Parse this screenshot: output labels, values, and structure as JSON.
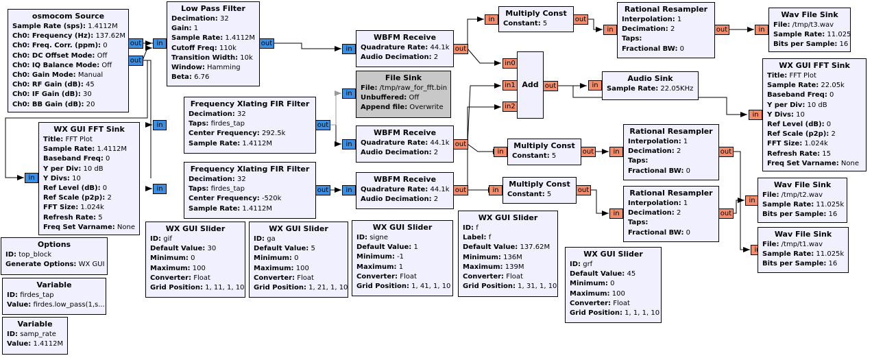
{
  "colors": {
    "block_bg": "#f0f0ff",
    "disabled_bg": "#c8c8c8",
    "port_float": "#f28c6a",
    "port_complex": "#3b8fe3",
    "wire": "#000000",
    "wire_disabled": "#999999"
  },
  "blocks": {
    "osmocom": {
      "title": "osmocom Source",
      "params": [
        {
          "k": "Sample Rate (sps):",
          "v": "1.4112M"
        },
        {
          "k": "Ch0: Frequency (Hz):",
          "v": "137.62M"
        },
        {
          "k": "Ch0: Freq. Corr. (ppm):",
          "v": "0"
        },
        {
          "k": "Ch0: DC Offset Mode:",
          "v": "Off"
        },
        {
          "k": "Ch0: IQ Balance Mode:",
          "v": "Off"
        },
        {
          "k": "Ch0: Gain Mode:",
          "v": "Manual"
        },
        {
          "k": "Ch0: RF Gain (dB):",
          "v": "45"
        },
        {
          "k": "Ch0: IF Gain (dB):",
          "v": "30"
        },
        {
          "k": "Ch0: BB Gain (dB):",
          "v": "20"
        }
      ]
    },
    "lpf": {
      "title": "Low Pass Filter",
      "params": [
        {
          "k": "Decimation:",
          "v": "32"
        },
        {
          "k": "Gain:",
          "v": "1"
        },
        {
          "k": "Sample Rate:",
          "v": "1.4112M"
        },
        {
          "k": "Cutoff Freq:",
          "v": "110k"
        },
        {
          "k": "Transition Width:",
          "v": "10k"
        },
        {
          "k": "Window:",
          "v": "Hamming"
        },
        {
          "k": "Beta:",
          "v": "6.76"
        }
      ]
    },
    "wbfm1": {
      "title": "WBFM Receive",
      "params": [
        {
          "k": "Quadrature Rate:",
          "v": "44.1k"
        },
        {
          "k": "Audio Decimation:",
          "v": "2"
        }
      ]
    },
    "mc1": {
      "title": "Multiply Const",
      "params": [
        {
          "k": "Constant:",
          "v": "5"
        }
      ]
    },
    "rr1": {
      "title": "Rational Resampler",
      "params": [
        {
          "k": "Interpolation:",
          "v": "1"
        },
        {
          "k": "Decimation:",
          "v": "2"
        },
        {
          "k": "Taps:",
          "v": ""
        },
        {
          "k": "Fractional BW:",
          "v": "0"
        }
      ]
    },
    "wav3": {
      "title": "Wav File Sink",
      "params": [
        {
          "k": "File:",
          "v": "/tmp/t3.wav"
        },
        {
          "k": "Sample Rate:",
          "v": "11.025k"
        },
        {
          "k": "Bits per Sample:",
          "v": "16"
        }
      ]
    },
    "filesink": {
      "title": "File Sink",
      "params": [
        {
          "k": "File:",
          "v": "/tmp/raw_for_fft.bin"
        },
        {
          "k": "Unbuffered:",
          "v": "Off"
        },
        {
          "k": "Append file:",
          "v": "Overwrite"
        }
      ]
    },
    "add": {
      "title": "Add",
      "params": []
    },
    "audio": {
      "title": "Audio Sink",
      "params": [
        {
          "k": "Sample Rate:",
          "v": "22.05KHz"
        }
      ]
    },
    "fft_right": {
      "title": "WX GUI FFT Sink",
      "params": [
        {
          "k": "Title:",
          "v": "FFT Plot"
        },
        {
          "k": "Sample Rate:",
          "v": "22.05k"
        },
        {
          "k": "Baseband Freq:",
          "v": "0"
        },
        {
          "k": "Y per Div:",
          "v": "10 dB"
        },
        {
          "k": "Y Divs:",
          "v": "10"
        },
        {
          "k": "Ref Level (dB):",
          "v": "0"
        },
        {
          "k": "Ref Scale (p2p):",
          "v": "2"
        },
        {
          "k": "FFT Size:",
          "v": "1.024k"
        },
        {
          "k": "Refresh Rate:",
          "v": "15"
        },
        {
          "k": "Freq Set Varname:",
          "v": "None"
        }
      ]
    },
    "fx1": {
      "title": "Frequency Xlating FIR Filter",
      "params": [
        {
          "k": "Decimation:",
          "v": "32"
        },
        {
          "k": "Taps:",
          "v": "firdes_tap"
        },
        {
          "k": "Center Frequency:",
          "v": "292.5k"
        },
        {
          "k": "Sample Rate:",
          "v": "1.4112M"
        }
      ]
    },
    "wbfm2": {
      "title": "WBFM Receive",
      "params": [
        {
          "k": "Quadrature Rate:",
          "v": "44.1k"
        },
        {
          "k": "Audio Decimation:",
          "v": "2"
        }
      ]
    },
    "mc2": {
      "title": "Multiply Const",
      "params": [
        {
          "k": "Constant:",
          "v": "5"
        }
      ]
    },
    "rr2": {
      "title": "Rational Resampler",
      "params": [
        {
          "k": "Interpolation:",
          "v": "1"
        },
        {
          "k": "Decimation:",
          "v": "2"
        },
        {
          "k": "Taps:",
          "v": ""
        },
        {
          "k": "Fractional BW:",
          "v": "0"
        }
      ]
    },
    "fft_left": {
      "title": "WX GUI FFT Sink",
      "params": [
        {
          "k": "Title:",
          "v": "FFT Plot"
        },
        {
          "k": "Sample Rate:",
          "v": "1.4112M"
        },
        {
          "k": "Baseband Freq:",
          "v": "0"
        },
        {
          "k": "Y per Div:",
          "v": "10 dB"
        },
        {
          "k": "Y Divs:",
          "v": "10"
        },
        {
          "k": "Ref Level (dB):",
          "v": "0"
        },
        {
          "k": "Ref Scale (p2p):",
          "v": "2"
        },
        {
          "k": "FFT Size:",
          "v": "1.024k"
        },
        {
          "k": "Refresh Rate:",
          "v": "5"
        },
        {
          "k": "Freq Set Varname:",
          "v": "None"
        }
      ]
    },
    "fx2": {
      "title": "Frequency Xlating FIR Filter",
      "params": [
        {
          "k": "Decimation:",
          "v": "32"
        },
        {
          "k": "Taps:",
          "v": "firdes_tap"
        },
        {
          "k": "Center Frequency:",
          "v": "-520k"
        },
        {
          "k": "Sample Rate:",
          "v": "1.4112M"
        }
      ]
    },
    "wbfm3": {
      "title": "WBFM Receive",
      "params": [
        {
          "k": "Quadrature Rate:",
          "v": "44.1k"
        },
        {
          "k": "Audio Decimation:",
          "v": "2"
        }
      ]
    },
    "mc3": {
      "title": "Multiply Const",
      "params": [
        {
          "k": "Constant:",
          "v": "5"
        }
      ]
    },
    "rr3": {
      "title": "Rational Resampler",
      "params": [
        {
          "k": "Interpolation:",
          "v": "1"
        },
        {
          "k": "Decimation:",
          "v": "2"
        },
        {
          "k": "Taps:",
          "v": ""
        },
        {
          "k": "Fractional BW:",
          "v": "0"
        }
      ]
    },
    "wav2": {
      "title": "Wav File Sink",
      "params": [
        {
          "k": "File:",
          "v": "/tmp/t2.wav"
        },
        {
          "k": "Sample Rate:",
          "v": "11.025k"
        },
        {
          "k": "Bits per Sample:",
          "v": "16"
        }
      ]
    },
    "wav1": {
      "title": "Wav File Sink",
      "params": [
        {
          "k": "File:",
          "v": "/tmp/t1.wav"
        },
        {
          "k": "Sample Rate:",
          "v": "11.025k"
        },
        {
          "k": "Bits per Sample:",
          "v": "16"
        }
      ]
    },
    "slider_gif": {
      "title": "WX GUI Slider",
      "params": [
        {
          "k": "ID:",
          "v": "gif"
        },
        {
          "k": "Default Value:",
          "v": "30"
        },
        {
          "k": "Minimum:",
          "v": "0"
        },
        {
          "k": "Maximum:",
          "v": "100"
        },
        {
          "k": "Converter:",
          "v": "Float"
        },
        {
          "k": "Grid Position:",
          "v": "1, 11, 1, 10"
        }
      ]
    },
    "slider_ga": {
      "title": "WX GUI Slider",
      "params": [
        {
          "k": "ID:",
          "v": "ga"
        },
        {
          "k": "Default Value:",
          "v": "5"
        },
        {
          "k": "Minimum:",
          "v": "0"
        },
        {
          "k": "Maximum:",
          "v": "100"
        },
        {
          "k": "Converter:",
          "v": "Float"
        },
        {
          "k": "Grid Position:",
          "v": "1, 21, 1, 10"
        }
      ]
    },
    "slider_signe": {
      "title": "WX GUI Slider",
      "params": [
        {
          "k": "ID:",
          "v": "signe"
        },
        {
          "k": "Default Value:",
          "v": "1"
        },
        {
          "k": "Minimum:",
          "v": "-1"
        },
        {
          "k": "Maximum:",
          "v": "1"
        },
        {
          "k": "Converter:",
          "v": "Float"
        },
        {
          "k": "Grid Position:",
          "v": "1, 41, 1, 10"
        }
      ]
    },
    "slider_f": {
      "title": "WX GUI Slider",
      "params": [
        {
          "k": "ID:",
          "v": "f"
        },
        {
          "k": "Label:",
          "v": "f"
        },
        {
          "k": "Default Value:",
          "v": "137.62M"
        },
        {
          "k": "Minimum:",
          "v": "136M"
        },
        {
          "k": "Maximum:",
          "v": "139M"
        },
        {
          "k": "Converter:",
          "v": "Float"
        },
        {
          "k": "Grid Position:",
          "v": "1, 31, 1, 10"
        }
      ]
    },
    "slider_grf": {
      "title": "WX GUI Slider",
      "params": [
        {
          "k": "ID:",
          "v": "grf"
        },
        {
          "k": "Default Value:",
          "v": "45"
        },
        {
          "k": "Minimum:",
          "v": "0"
        },
        {
          "k": "Maximum:",
          "v": "100"
        },
        {
          "k": "Converter:",
          "v": "Float"
        },
        {
          "k": "Grid Position:",
          "v": "1, 1, 1, 10"
        }
      ]
    },
    "options": {
      "title": "Options",
      "params": [
        {
          "k": "ID:",
          "v": "top_block"
        },
        {
          "k": "Generate Options:",
          "v": "WX GUI"
        }
      ]
    },
    "var_firdes": {
      "title": "Variable",
      "params": [
        {
          "k": "ID:",
          "v": "firdes_tap"
        },
        {
          "k": "Value:",
          "v": "firdes.low_pass(1,s..."
        }
      ]
    },
    "var_samp": {
      "title": "Variable",
      "params": [
        {
          "k": "ID:",
          "v": "samp_rate"
        },
        {
          "k": "Value:",
          "v": "1.4112M"
        }
      ]
    }
  },
  "ports": {
    "osmo_out1": "out",
    "osmo_out2": "out",
    "lpf_in": "in",
    "lpf_out": "out",
    "wbfm1_in": "in",
    "wbfm1_out": "out",
    "mc1_in": "in",
    "mc1_out": "out",
    "rr1_in": "in",
    "rr1_out": "out",
    "wav3_in": "in",
    "fs_in": "in",
    "add_in0": "in0",
    "add_in1": "in1",
    "add_in2": "in2",
    "add_out": "out",
    "audio_in": "in",
    "fftr_in": "in",
    "fx1_in": "in",
    "fx1_out": "out",
    "wbfm2_in": "in",
    "wbfm2_out": "out",
    "mc2_in": "in",
    "mc2_out": "out",
    "rr2_in": "in",
    "rr2_out": "out",
    "fftl_in": "in",
    "fx2_in": "in",
    "fx2_out": "out",
    "wbfm3_in": "in",
    "wbfm3_out": "out",
    "mc3_in": "in",
    "mc3_out": "out",
    "rr3_in": "in",
    "rr3_out": "out",
    "wav2_in": "in",
    "wav1_in": "in"
  }
}
